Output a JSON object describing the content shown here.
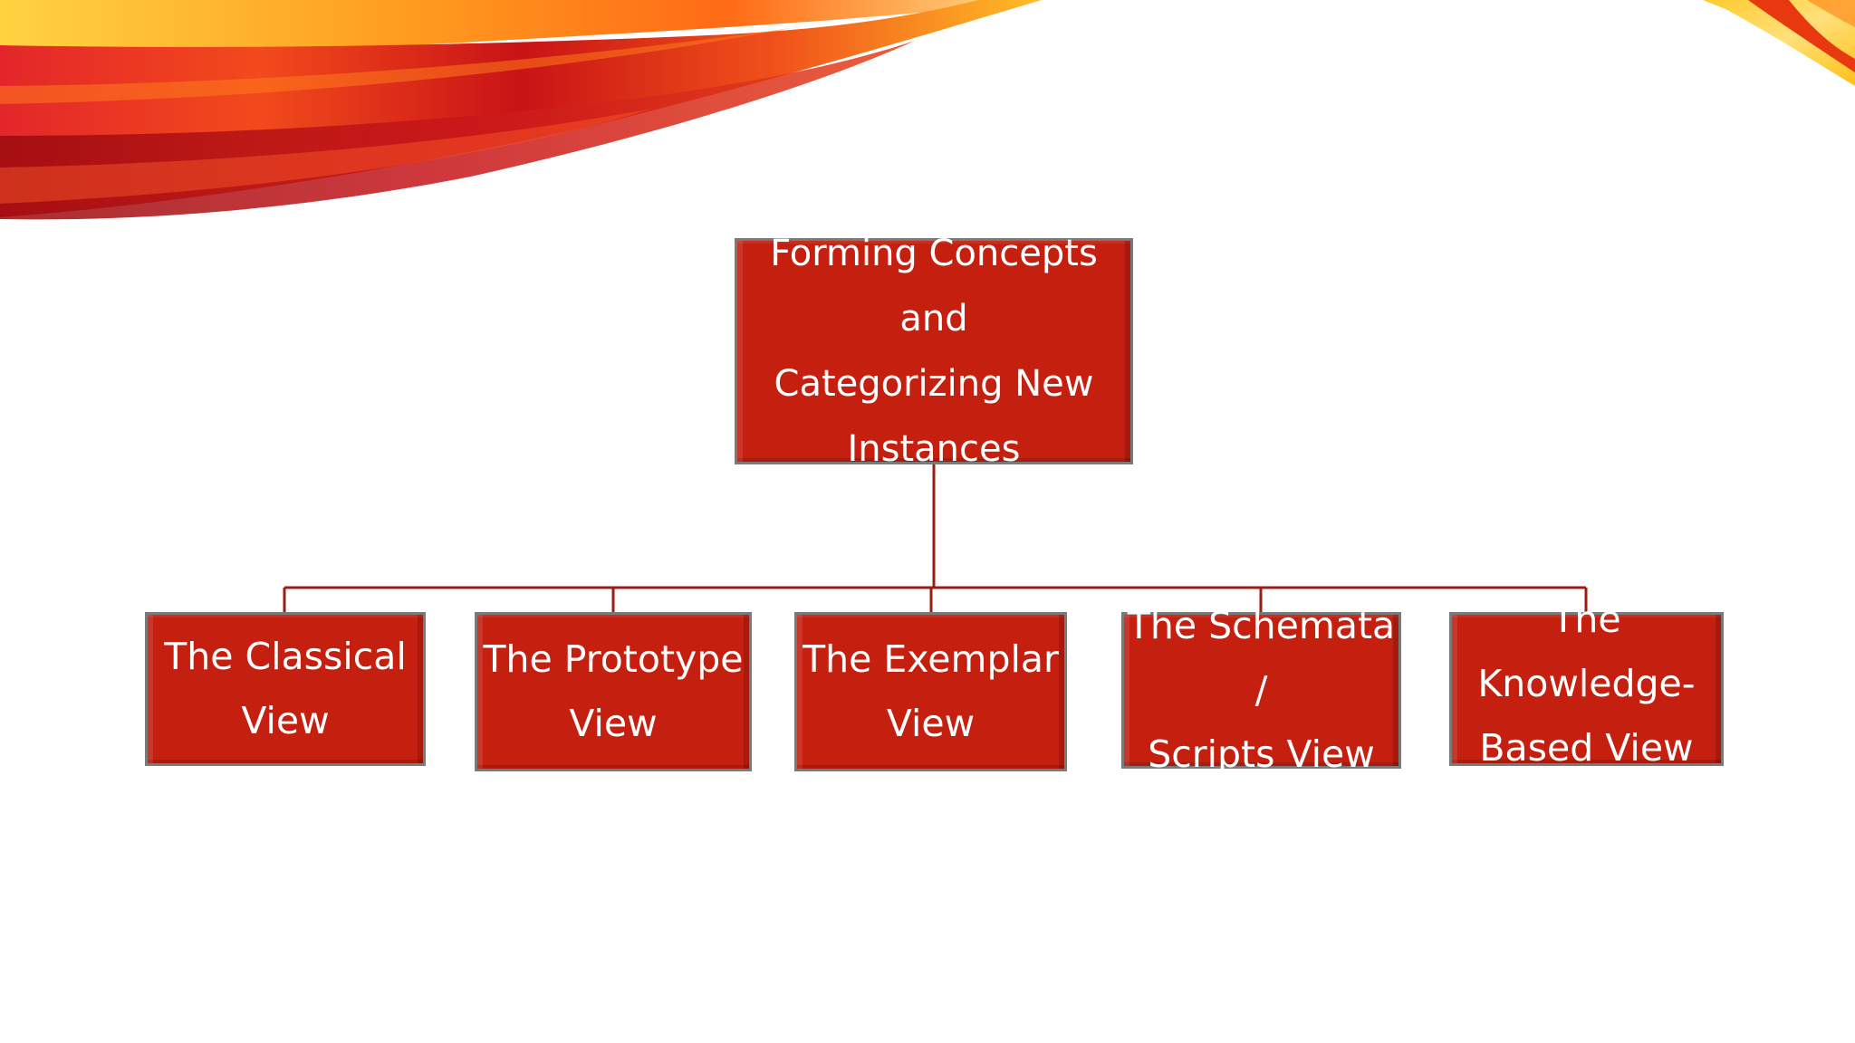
{
  "diagram": {
    "root": {
      "label": "Forming Concepts and\nCategorizing New\nInstances"
    },
    "children": [
      {
        "label": "The Classical\nView"
      },
      {
        "label": "The Prototype\nView"
      },
      {
        "label": "The Exemplar\nView"
      },
      {
        "label": "The Schemata /\nScripts View"
      },
      {
        "label": "The\nKnowledge-\nBased View"
      }
    ]
  },
  "colors": {
    "box_fill": "#c5200f",
    "box_border": "#7a7a7a",
    "connector": "#9b1d14",
    "swoosh_dark": "#b30d12",
    "swoosh_mid": "#ee3a16",
    "swoosh_light": "#ffc42a"
  }
}
